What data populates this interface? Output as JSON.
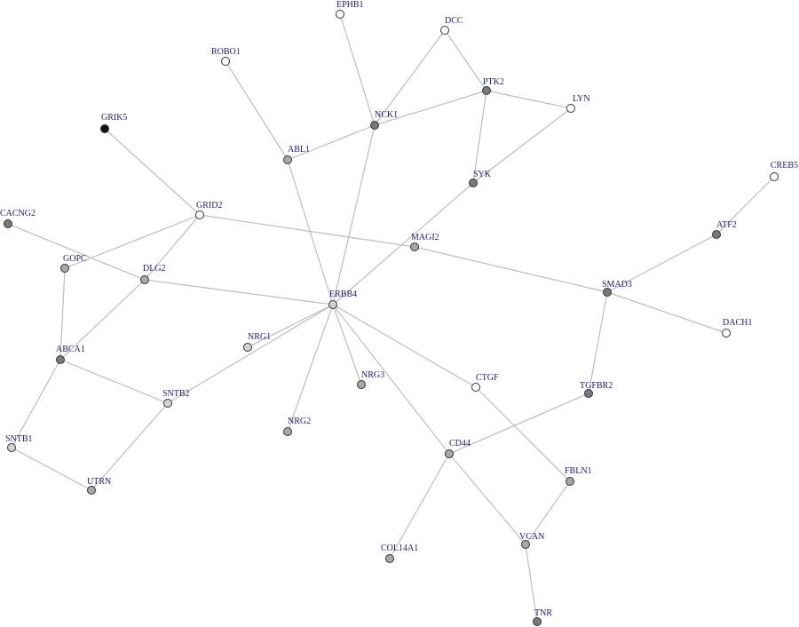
{
  "diagram": {
    "type": "network",
    "edge_color": "#bdbdbd",
    "label_color": "#1a1a7a",
    "node_colors": {
      "white": "#ffffff",
      "light": "#d3d3d3",
      "mid": "#a8a8a8",
      "dark": "#7a7a7a",
      "black": "#111111"
    },
    "nodes": [
      {
        "id": "EPHB1",
        "label": "EPHB1",
        "shade": "white"
      },
      {
        "id": "DCC",
        "label": "DCC",
        "shade": "white"
      },
      {
        "id": "ROBO1",
        "label": "ROBO1",
        "shade": "white"
      },
      {
        "id": "PTK2",
        "label": "PTK2",
        "shade": "dark"
      },
      {
        "id": "LYN",
        "label": "LYN",
        "shade": "white"
      },
      {
        "id": "NCK1",
        "label": "NCK1",
        "shade": "dark"
      },
      {
        "id": "GRIK5",
        "label": "GRIK5",
        "shade": "black"
      },
      {
        "id": "ABL1",
        "label": "ABL1",
        "shade": "mid"
      },
      {
        "id": "SYK",
        "label": "SYK",
        "shade": "dark"
      },
      {
        "id": "CREB5",
        "label": "CREB5",
        "shade": "white"
      },
      {
        "id": "GRID2",
        "label": "GRID2",
        "shade": "white"
      },
      {
        "id": "CACNG2",
        "label": "CACNG2",
        "shade": "dark"
      },
      {
        "id": "ATF2",
        "label": "ATF2",
        "shade": "dark"
      },
      {
        "id": "MAGI2",
        "label": "MAGI2",
        "shade": "mid"
      },
      {
        "id": "GOPC",
        "label": "GOPC",
        "shade": "mid"
      },
      {
        "id": "DLG2",
        "label": "DLG2",
        "shade": "mid"
      },
      {
        "id": "SMAD3",
        "label": "SMAD3",
        "shade": "dark"
      },
      {
        "id": "ERBB4",
        "label": "ERBB4",
        "shade": "light"
      },
      {
        "id": "DACH1",
        "label": "DACH1",
        "shade": "white"
      },
      {
        "id": "NRG1",
        "label": "NRG1",
        "shade": "light"
      },
      {
        "id": "ABCA1",
        "label": "ABCA1",
        "shade": "dark"
      },
      {
        "id": "NRG3",
        "label": "NRG3",
        "shade": "mid"
      },
      {
        "id": "CTGF",
        "label": "CTGF",
        "shade": "white"
      },
      {
        "id": "TGFBR2",
        "label": "TGFBR2",
        "shade": "dark"
      },
      {
        "id": "SNTB2",
        "label": "SNTB2",
        "shade": "light"
      },
      {
        "id": "NRG2",
        "label": "NRG2",
        "shade": "mid"
      },
      {
        "id": "SNTB1",
        "label": "SNTB1",
        "shade": "light"
      },
      {
        "id": "CD44",
        "label": "CD44",
        "shade": "mid"
      },
      {
        "id": "FBLN1",
        "label": "FBLN1",
        "shade": "mid"
      },
      {
        "id": "UTRN",
        "label": "UTRN",
        "shade": "mid"
      },
      {
        "id": "VCAN",
        "label": "VCAN",
        "shade": "mid"
      },
      {
        "id": "COL14A1",
        "label": "COL14A1",
        "shade": "mid"
      },
      {
        "id": "TNR",
        "label": "TNR",
        "shade": "dark"
      }
    ],
    "edges": [
      [
        "EPHB1",
        "NCK1"
      ],
      [
        "DCC",
        "NCK1"
      ],
      [
        "DCC",
        "PTK2"
      ],
      [
        "PTK2",
        "LYN"
      ],
      [
        "PTK2",
        "NCK1"
      ],
      [
        "PTK2",
        "SYK"
      ],
      [
        "LYN",
        "SYK"
      ],
      [
        "NCK1",
        "ABL1"
      ],
      [
        "NCK1",
        "ERBB4"
      ],
      [
        "ROBO1",
        "ABL1"
      ],
      [
        "ABL1",
        "ERBB4"
      ],
      [
        "SYK",
        "ERBB4"
      ],
      [
        "GRIK5",
        "GRID2"
      ],
      [
        "GRID2",
        "GOPC"
      ],
      [
        "GRID2",
        "DLG2"
      ],
      [
        "GRID2",
        "MAGI2"
      ],
      [
        "CACNG2",
        "DLG2"
      ],
      [
        "GOPC",
        "ABCA1"
      ],
      [
        "DLG2",
        "ABCA1"
      ],
      [
        "DLG2",
        "ERBB4"
      ],
      [
        "MAGI2",
        "SMAD3"
      ],
      [
        "CREB5",
        "ATF2"
      ],
      [
        "ATF2",
        "SMAD3"
      ],
      [
        "SMAD3",
        "DACH1"
      ],
      [
        "SMAD3",
        "TGFBR2"
      ],
      [
        "ERBB4",
        "NRG1"
      ],
      [
        "ERBB4",
        "NRG3"
      ],
      [
        "ERBB4",
        "NRG2"
      ],
      [
        "ERBB4",
        "CTGF"
      ],
      [
        "ERBB4",
        "CD44"
      ],
      [
        "ERBB4",
        "SNTB2"
      ],
      [
        "ABCA1",
        "SNTB2"
      ],
      [
        "ABCA1",
        "SNTB1"
      ],
      [
        "SNTB1",
        "UTRN"
      ],
      [
        "SNTB2",
        "UTRN"
      ],
      [
        "CTGF",
        "FBLN1"
      ],
      [
        "TGFBR2",
        "CD44"
      ],
      [
        "CD44",
        "VCAN"
      ],
      [
        "CD44",
        "COL14A1"
      ],
      [
        "FBLN1",
        "VCAN"
      ],
      [
        "VCAN",
        "TNR"
      ]
    ]
  }
}
